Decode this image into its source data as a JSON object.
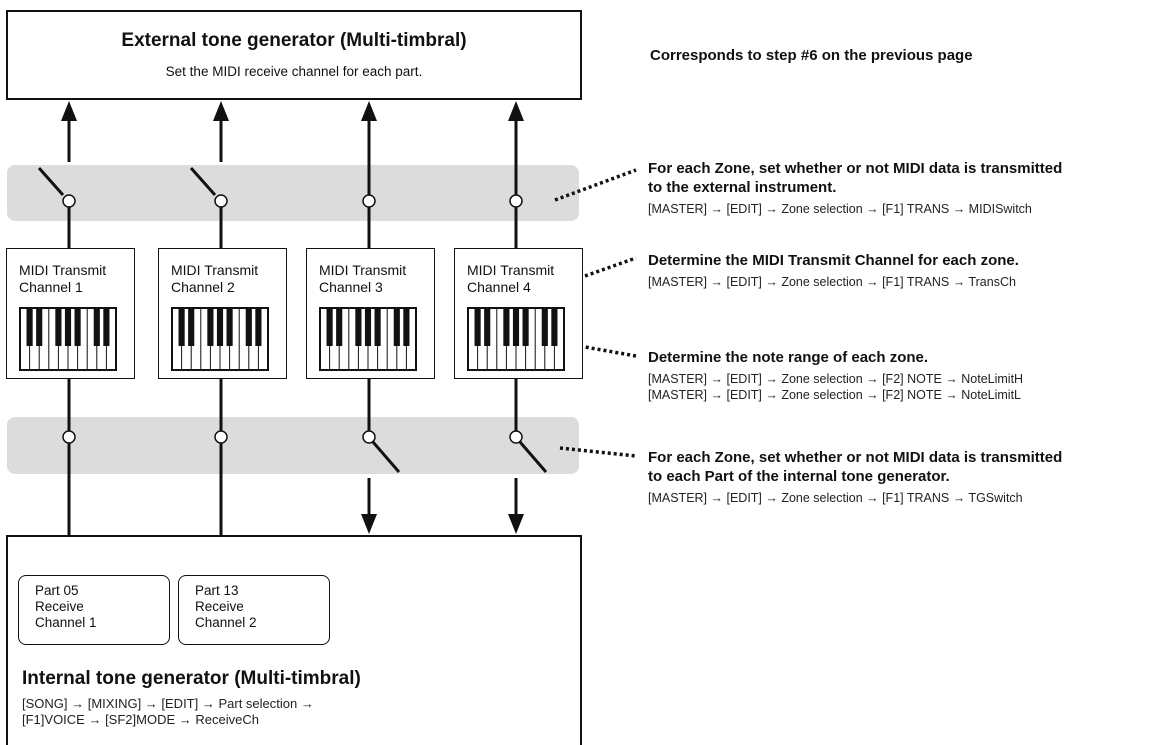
{
  "external": {
    "title": "External tone generator (Multi-timbral)",
    "subtitle": "Set the MIDI receive channel for each part."
  },
  "step_note": "Corresponds to step #6 on the previous page",
  "zones": [
    {
      "label": "MIDI Transmit\nChannel 1",
      "external_switch": "on",
      "internal_switch": "on"
    },
    {
      "label": "MIDI Transmit\nChannel 2",
      "external_switch": "on",
      "internal_switch": "on"
    },
    {
      "label": "MIDI Transmit\nChannel 3",
      "external_switch": "on",
      "internal_switch": "off"
    },
    {
      "label": "MIDI Transmit\nChannel 4",
      "external_switch": "on",
      "internal_switch": "off"
    }
  ],
  "notes": [
    {
      "heading": "For each Zone, set whether or not MIDI data is transmitted\nto the external instrument.",
      "path": "[MASTER] → [EDIT] → Zone selection → [F1] TRANS → MIDISwitch"
    },
    {
      "heading": "Determine the MIDI Transmit Channel for each zone.",
      "path": "[MASTER] → [EDIT] → Zone selection → [F1] TRANS → TransCh"
    },
    {
      "heading": "Determine the note range of each zone.",
      "path": "[MASTER] → [EDIT] → Zone selection → [F2] NOTE → NoteLimitH\n[MASTER] → [EDIT] → Zone selection → [F2] NOTE → NoteLimitL"
    },
    {
      "heading": "For each Zone, set whether or not MIDI data is transmitted\nto each Part of the internal tone generator.",
      "path": "[MASTER] → [EDIT] → Zone selection → [F1] TRANS → TGSwitch"
    }
  ],
  "parts": [
    {
      "label": "Part 05\nReceive\nChannel 1"
    },
    {
      "label": "Part 13\nReceive\nChannel 2"
    }
  ],
  "internal": {
    "title": "Internal tone generator (Multi-timbral)",
    "path": "[SONG] → [MIXING] → [EDIT] → Part selection →\n[F1]VOICE → [SF2]MODE → ReceiveCh"
  },
  "colors": {
    "band": "#dcdcdc",
    "line": "#111111"
  }
}
